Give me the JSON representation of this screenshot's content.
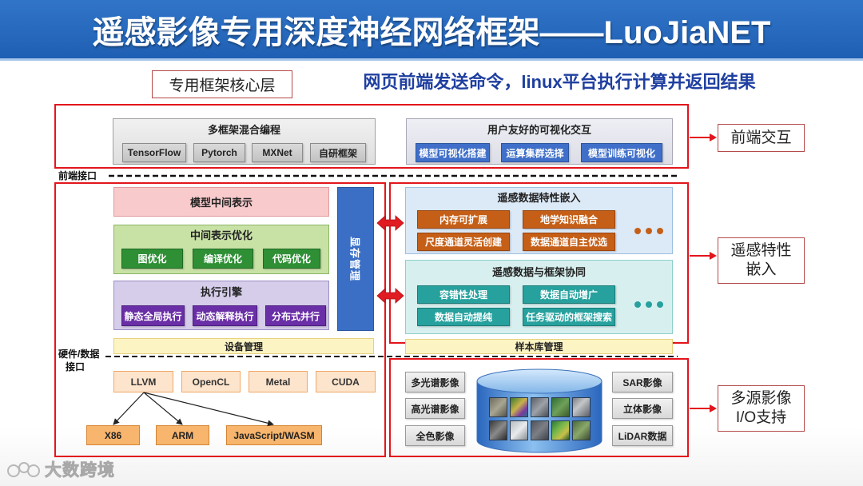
{
  "slide": {
    "title": "遥感影像专用深度神经网络框架——LuoJiaNET",
    "subtitle": "网页前端发送命令，linux平台执行计算并返回结果"
  },
  "core_layer_label": "专用框架核心层",
  "frontend": {
    "multi_framework": {
      "title": "多框架混合编程",
      "items": [
        "TensorFlow",
        "Pytorch",
        "MXNet",
        "自研框架"
      ]
    },
    "visual": {
      "title": "用户友好的可视化交互",
      "items": [
        "模型可视化搭建",
        "运算集群选择",
        "模型训练可视化"
      ]
    }
  },
  "interfaces": {
    "frontend": "前端接口",
    "hardware_line1": "硬件/数据",
    "hardware_line2": "接口"
  },
  "core": {
    "ir": "模型中间表示",
    "ir_opt": {
      "title": "中间表示优化",
      "items": [
        "图优化",
        "编译优化",
        "代码优化"
      ]
    },
    "engine": {
      "title": "执行引擎",
      "items": [
        "静态全局执行",
        "动态解释执行",
        "分布式并行"
      ]
    },
    "memory": "显存管理",
    "device": "设备管理"
  },
  "hardware": {
    "backends": [
      "LLVM",
      "OpenCL",
      "Metal",
      "CUDA"
    ],
    "targets": [
      "X86",
      "ARM",
      "JavaScript/WASM"
    ]
  },
  "rs_features": {
    "embedding": {
      "title": "遥感数据特性嵌入",
      "items": [
        "内存可扩展",
        "地学知识融合",
        "尺度通道灵活创建",
        "数据通道自主优选"
      ]
    },
    "collab": {
      "title": "遥感数据与框架协同",
      "items": [
        "容错性处理",
        "数据自动增广",
        "数据自动提纯",
        "任务驱动的框架搜索"
      ]
    },
    "sample_lib": "样本库管理"
  },
  "io": {
    "left": [
      "多光谱影像",
      "高光谱影像",
      "全色影像"
    ],
    "right": [
      "SAR影像",
      "立体影像",
      "LiDAR数据"
    ]
  },
  "side_labels": {
    "frontend": "前端交互",
    "rs_embed_line1": "遥感特性",
    "rs_embed_line2": "嵌入",
    "io_line1": "多源影像",
    "io_line2": "I/O支持"
  },
  "watermark": "大数跨境",
  "colors": {
    "header_blue": "#1f5fb3",
    "frame_red": "#e3151c",
    "subtitle_blue": "#1f3fa0",
    "ir_pink": "#f8cacc",
    "opt_green": "#2f8f35",
    "engine_purple": "#6a2ea6",
    "memory_blue": "#3b6fc5",
    "embed_orange": "#c55f17",
    "collab_teal": "#27a19e",
    "viz_blue": "#3f6fc9"
  }
}
